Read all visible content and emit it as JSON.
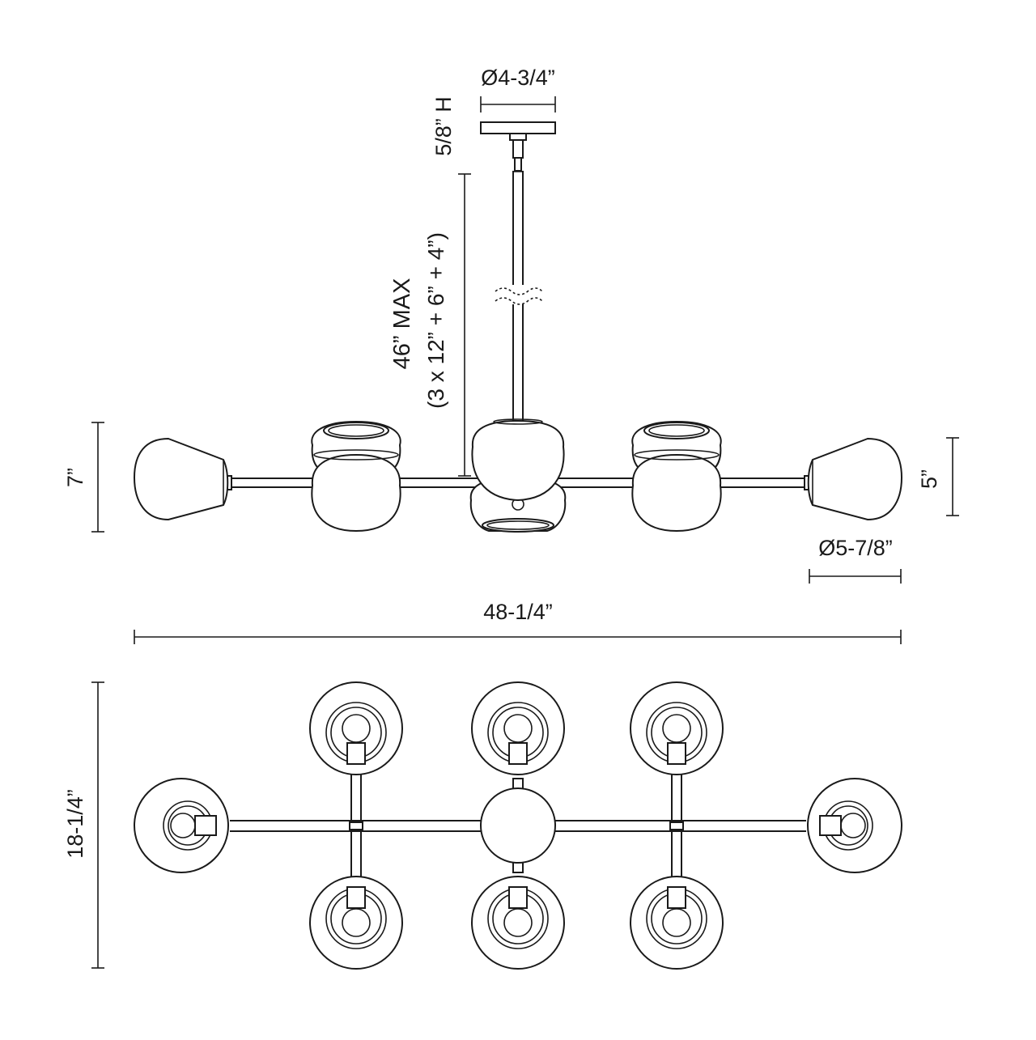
{
  "dimensions": {
    "canopy_diameter": "Ø4-3/4”",
    "canopy_height": "5/8” H",
    "max_height": "46” MAX",
    "rod_composition": "(3 x 12” + 6” + 4”)",
    "fixture_height": "7”",
    "shade_height": "5”",
    "shade_diameter": "Ø5-7/8”",
    "overall_width": "48-1/4”",
    "overall_depth": "18-1/4”"
  },
  "drawing": {
    "line_color": "#1a1a1a",
    "background": "#ffffff",
    "views": [
      "side-elevation",
      "top-plan"
    ],
    "shade_count": 8
  }
}
